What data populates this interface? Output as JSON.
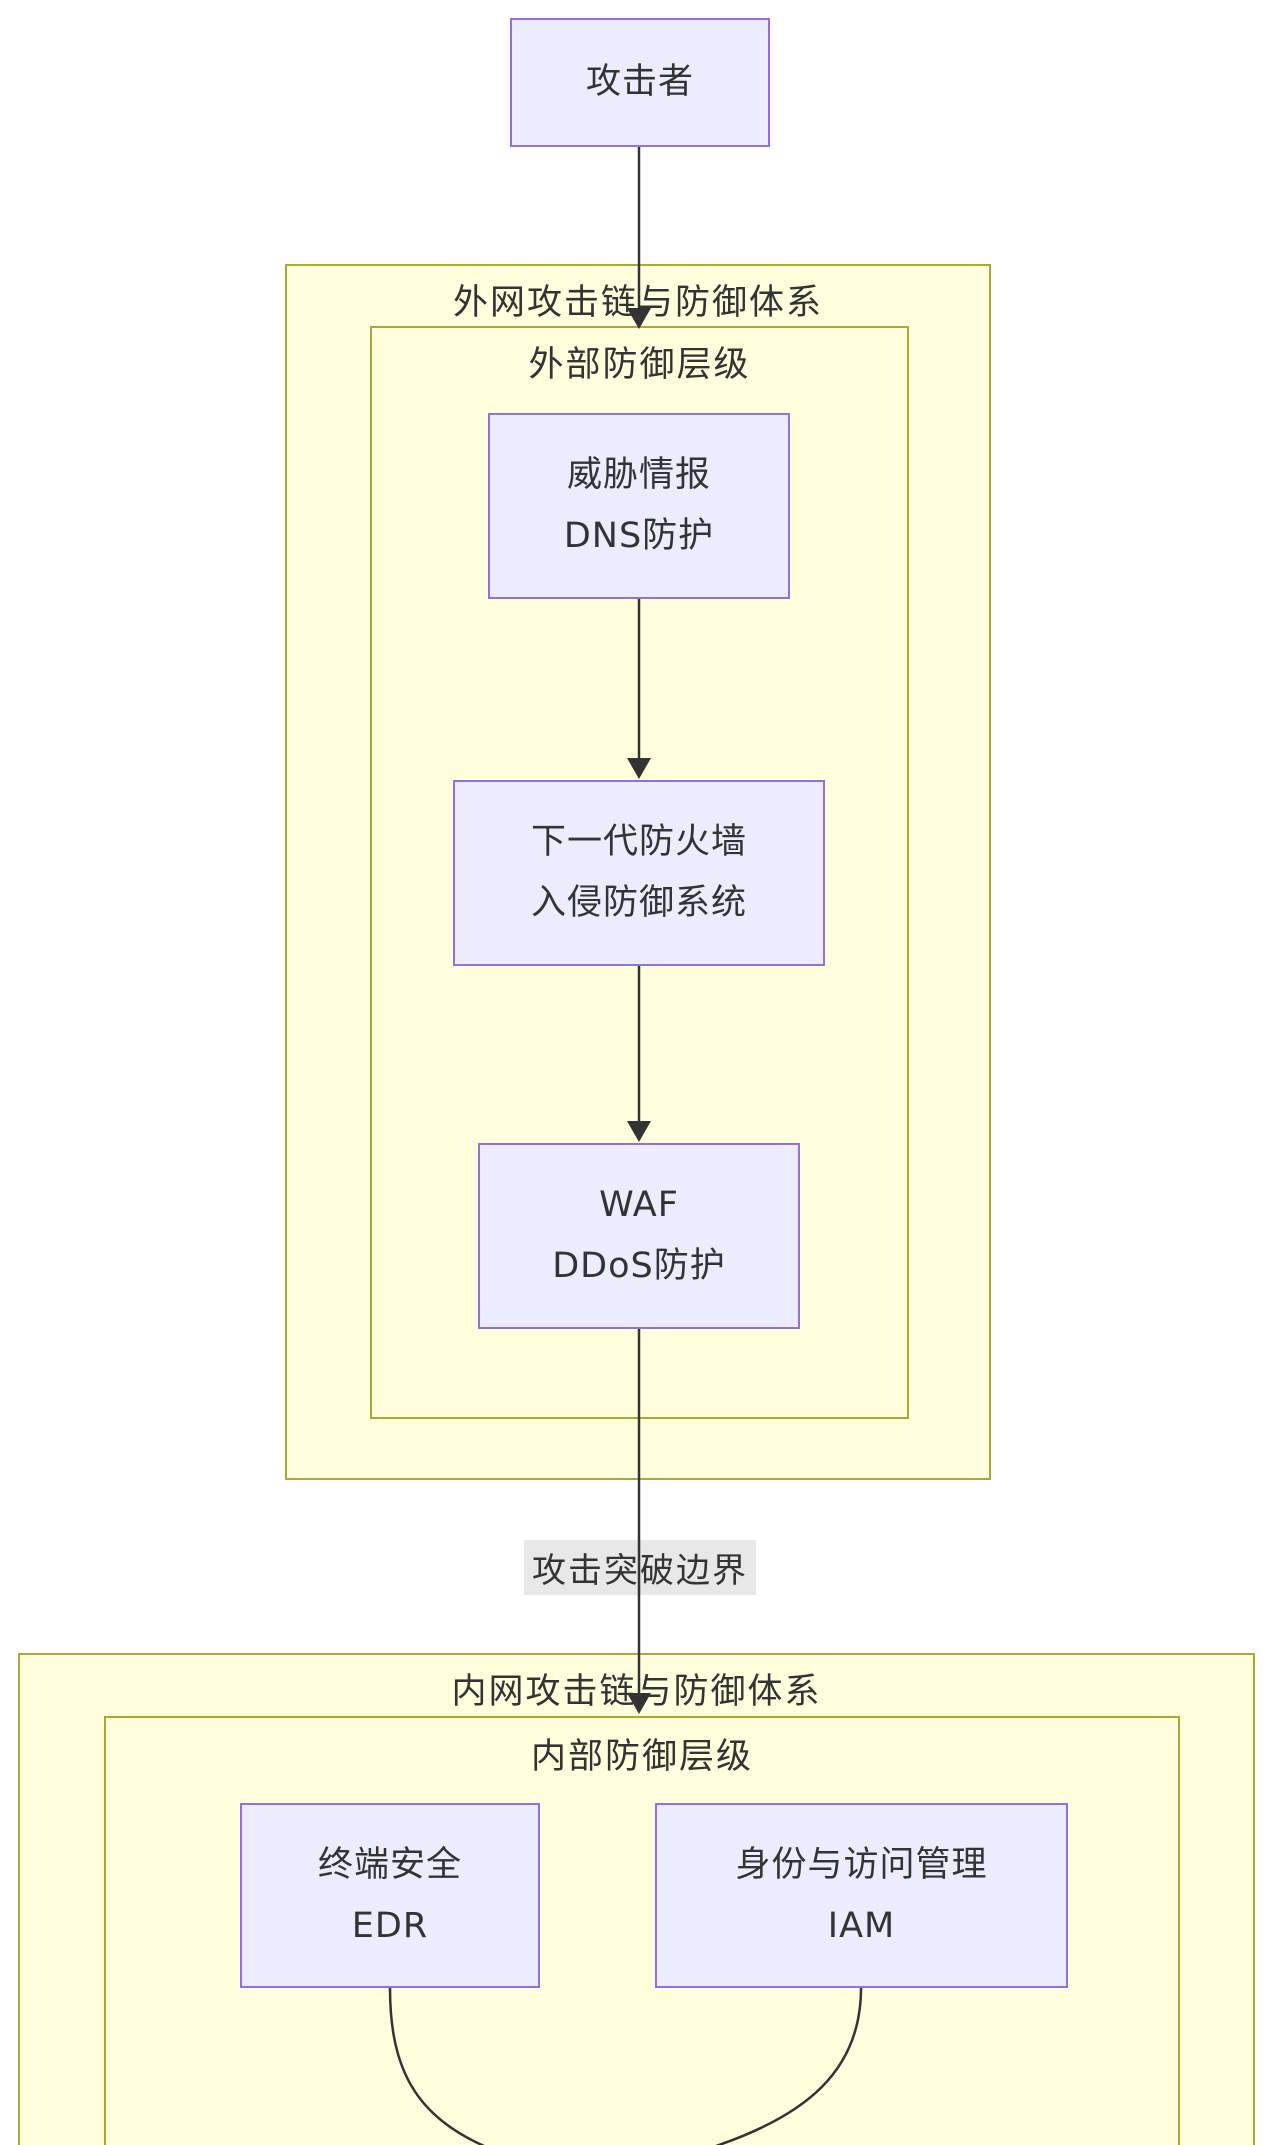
{
  "colors": {
    "background": "#ffffff",
    "text_color": "#333333",
    "node_fill": "#ECECFF",
    "node_border": "#9370DB",
    "cluster_fill": "#ffffde",
    "cluster_border": "#aaaa33",
    "edge_label_bg": "#e8e8e8",
    "line_color": "#333333"
  },
  "diagram": {
    "attacker": {
      "label": "攻击者"
    },
    "external": {
      "title": "外网攻击链与防御体系",
      "layer_title": "外部防御层级",
      "nodes": {
        "threat_dns": {
          "line1": "威胁情报",
          "line2": "DNS防护"
        },
        "ngfw_ips": {
          "line1": "下一代防火墙",
          "line2": "入侵防御系统"
        },
        "waf_ddos": {
          "line1": "WAF",
          "line2": "DDoS防护"
        }
      }
    },
    "breach_edge_label": "攻击突破边界",
    "internal": {
      "title": "内网攻击链与防御体系",
      "layer_title": "内部防御层级",
      "nodes": {
        "edr": {
          "line1": "终端安全",
          "line2": "EDR"
        },
        "iam": {
          "line1": "身份与访问管理",
          "line2": "IAM"
        }
      }
    }
  }
}
